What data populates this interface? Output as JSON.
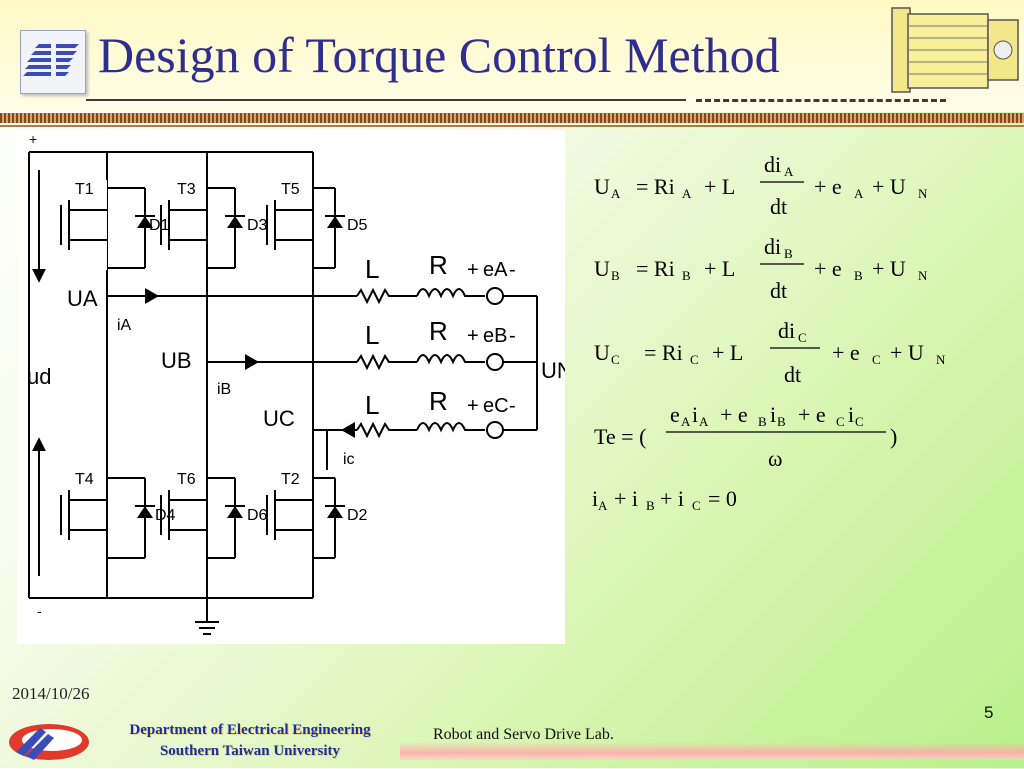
{
  "slide": {
    "title": "Design of Torque Control Method",
    "date": "2014/10/26",
    "department_line1": "Department of Electrical Engineering",
    "department_line2": "Southern Taiwan University",
    "lab": "Robot and Servo Drive Lab.",
    "page_number": "5"
  },
  "circuit": {
    "plus": "+",
    "minus": "-",
    "ud": "ud",
    "switches": [
      "T1",
      "T3",
      "T5",
      "T4",
      "T6",
      "T2"
    ],
    "diodes": [
      "D1",
      "D3",
      "D5",
      "D4",
      "D6",
      "D2"
    ],
    "phase_voltages": [
      "UA",
      "UB",
      "UC"
    ],
    "currents": [
      "iA",
      "iB",
      "ic"
    ],
    "inductor_label": "L",
    "resistor_label": "R",
    "emfs": [
      "eA",
      "eB",
      "eC"
    ],
    "neutral": "UN"
  },
  "equations": {
    "eq_a": "UA = RiA + L diA/dt + eA + UN",
    "eq_b": "UB = RiB + L diB/dt + eB + UN",
    "eq_c": "UC = RiC + L diC/dt + eC + UN",
    "torque": "Te = (eAiA + eBiB + eCiC)/ω",
    "current_sum": "iA + iB + iC = 0"
  },
  "icons": [
    "university-logo-icon",
    "motor-icon",
    "footer-logo-icon"
  ],
  "colors": {
    "title": "#2f2e8e",
    "department": "#1c2e9e",
    "rule": "#8b4513"
  }
}
